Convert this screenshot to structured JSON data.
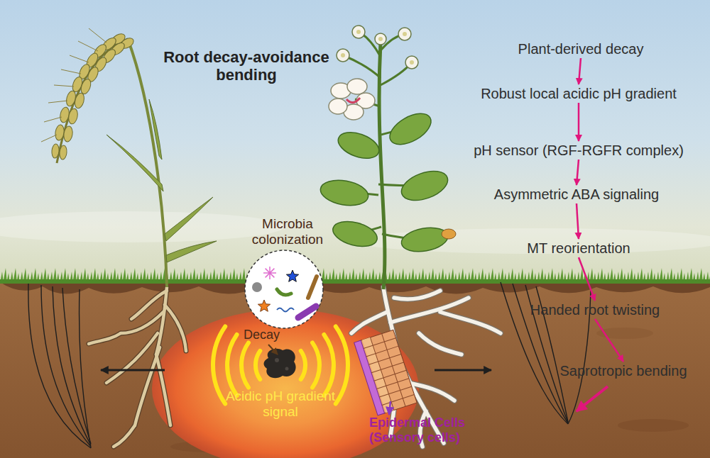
{
  "diagram": {
    "title": "Root decay-avoidance bending",
    "nodes": [
      {
        "text": [
          "Plant-derived decay"
        ]
      },
      {
        "text": [
          "Robust local acidic pH gradient"
        ]
      },
      {
        "text": [
          "pH sensor (RGF-RGFR complex)"
        ]
      },
      {
        "text": [
          "Asymmetric ABA signaling"
        ]
      },
      {
        "text": [
          "MT reorientation"
        ]
      },
      {
        "text": [
          "Handed root twisting"
        ]
      },
      {
        "text": [
          "Saprotropic bending"
        ]
      }
    ],
    "edges": [
      {
        "from": 0,
        "to": 1,
        "arrow": "to"
      },
      {
        "from": 1,
        "to": 2,
        "arrow": "to"
      },
      {
        "from": 2,
        "to": 3,
        "arrow": "to"
      },
      {
        "from": 3,
        "to": 4,
        "arrow": "to"
      },
      {
        "from": 4,
        "to": 5,
        "arrow": "to"
      },
      {
        "from": 5,
        "to": 6,
        "arrow": "to"
      }
    ],
    "labels": [
      "Microbia colonization",
      "Decay",
      "Acidic pH gradient signal",
      "Epidermal Cells (Sensory cells)"
    ]
  }
}
